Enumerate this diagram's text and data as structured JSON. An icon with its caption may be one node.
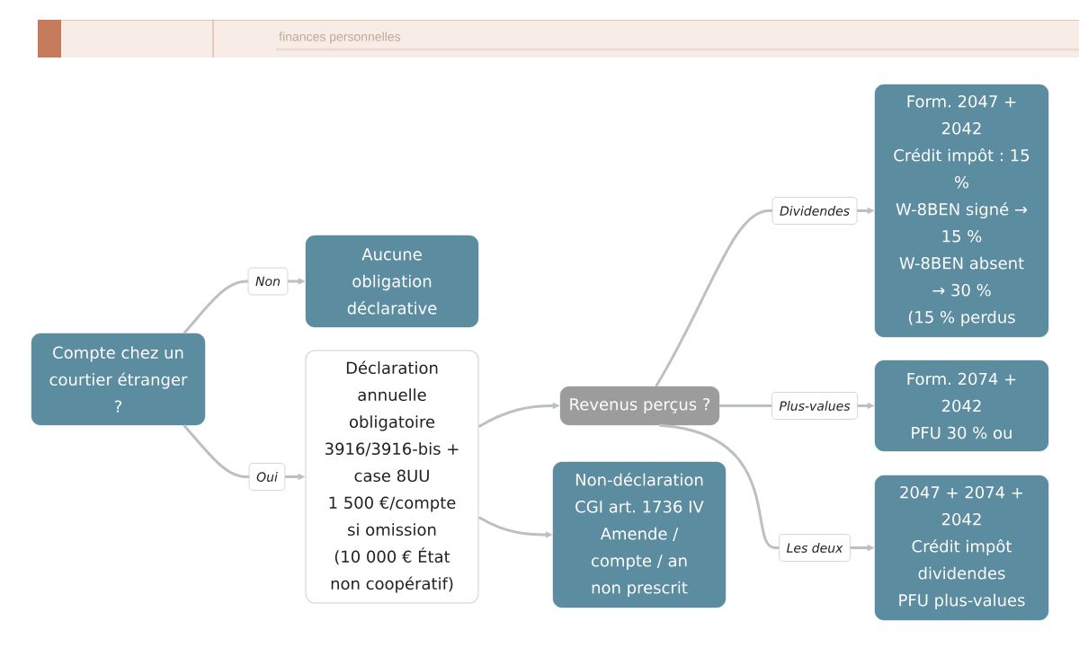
{
  "diagram": {
    "nodes": [
      {
        "text": [
          "Compte chez un courtier étranger ?"
        ]
      },
      {
        "text": [
          "Aucune obligation déclarative"
        ]
      },
      {
        "text": [
          "Déclaration annuelle obligatoire",
          "3916/3916-bis + case 8UU",
          "1 500 €/compte si omission",
          "(10 000 € État non coopératif)"
        ]
      },
      {
        "text": [
          "Revenus perçus ?"
        ]
      },
      {
        "text": [
          "Non-déclaration",
          "CGI art. 1736 IV",
          "Amende / compte / an",
          "non prescrit"
        ]
      },
      {
        "text": [
          "Form. 2047 + 2042",
          "Crédit impôt : 15 %",
          "W-8BEN signé → 15 %",
          "W-8BEN absent → 30 %",
          "(15 % perdus"
        ]
      },
      {
        "text": [
          "Form. 2074 + 2042",
          "PFU 30 % ou"
        ]
      },
      {
        "text": [
          "2047 + 2074 + 2042",
          "Crédit impôt dividendes",
          "PFU plus-values"
        ]
      }
    ],
    "edges": [
      {
        "from": 0,
        "to": 1,
        "arrow": "to",
        "label": "Non"
      },
      {
        "from": 0,
        "to": 2,
        "arrow": "to",
        "label": "Oui"
      },
      {
        "from": 2,
        "to": 3,
        "arrow": "to"
      },
      {
        "from": 2,
        "to": 4,
        "arrow": "to"
      },
      {
        "from": 3,
        "to": 5,
        "arrow": "to",
        "label": "Dividendes"
      },
      {
        "from": 3,
        "to": 6,
        "arrow": "to",
        "label": "Plus-values"
      },
      {
        "from": 3,
        "to": 7,
        "arrow": "to",
        "label": "Les deux"
      }
    ],
    "labels": [
      "finances personnelles"
    ]
  }
}
